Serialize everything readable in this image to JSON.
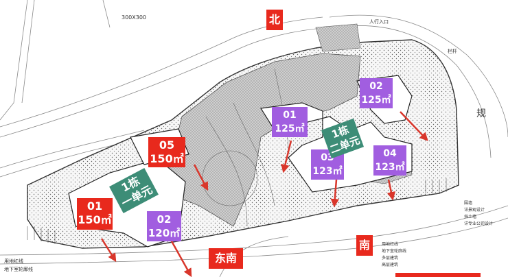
{
  "directions": {
    "north": "北",
    "south": "南",
    "southeast": "东南"
  },
  "units": [
    {
      "id": "01",
      "area": "150㎡",
      "color": "#e8291d"
    },
    {
      "id": "05",
      "area": "150㎡",
      "color": "#e8291d"
    },
    {
      "id": "02",
      "area": "120㎡",
      "color": "#a15ee0"
    },
    {
      "id": "01",
      "area": "125㎡",
      "color": "#a15ee0"
    },
    {
      "id": "02",
      "area": "125㎡",
      "color": "#a15ee0"
    },
    {
      "id": "03",
      "area": "123㎡",
      "color": "#a15ee0"
    },
    {
      "id": "04",
      "area": "123㎡",
      "color": "#a15ee0"
    }
  ],
  "buildings": [
    {
      "line1": "1栋",
      "line2": "一单元"
    },
    {
      "line1": "1栋",
      "line2": "二单元"
    }
  ],
  "plan_notes": {
    "top_note": "300X300",
    "entrance_right": "人行入口",
    "fence": "栏杆",
    "road_right": "规"
  },
  "legend": [
    "围墙",
    "详景观设计",
    "挡土墙",
    "详专业公司设计",
    "用地红线",
    "地下室轮廓线",
    "多层建筑",
    "高层建筑"
  ],
  "left_legend": [
    "用地红线",
    "地下室轮廓线"
  ],
  "colors": {
    "accent_red": "#e8291d",
    "accent_purple": "#a15ee0",
    "building_teal": "#3d8d77"
  }
}
